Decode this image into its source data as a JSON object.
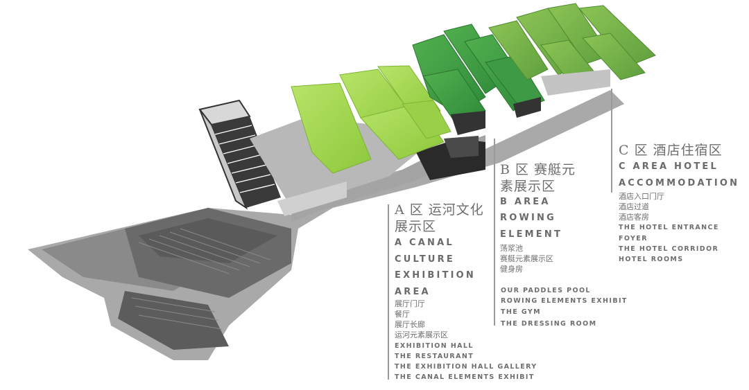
{
  "zones": {
    "a": {
      "zh_title_1": "A 区 运河文化",
      "zh_title_2": "展示区",
      "en_title_lines": [
        "A canal",
        "culture",
        "exhibition",
        "area"
      ],
      "zh_items": [
        "展厅门厅",
        "餐厅",
        "展厅长廊",
        "运河元素展示区"
      ],
      "en_items": [
        "Exhibition hall",
        "The restaurant",
        "The exhibition hall gallery",
        "The canal elements exhibit"
      ]
    },
    "b": {
      "zh_title_1": "B 区 赛艇元",
      "zh_title_2": "素展示区",
      "en_title_lines": [
        "B area",
        "rowing",
        "element"
      ],
      "zh_items": [
        "荡浆池",
        "赛艇元素展示区",
        "健身房"
      ],
      "en_items": [
        "Our paddles pool",
        "Rowing elements exhibit",
        "The gym",
        "The dressing room"
      ]
    },
    "c": {
      "zh_title_1": "C 区 酒店住宿区",
      "en_title_lines": [
        "C area hotel",
        "accommodation"
      ],
      "zh_items": [
        "酒店入口门厅",
        "酒店过道",
        "酒店客房"
      ],
      "en_items": [
        "The hotel entrance",
        "foyer",
        "The hotel corridor",
        "Hotel rooms"
      ]
    }
  },
  "colors": {
    "zone_a_green": "#a8dc50",
    "zone_b_green": "#3e9c46",
    "zone_c_green": "#7ab64a",
    "shadow_gray": "#8c8c8c",
    "divider_gray": "#9a9a9a"
  }
}
